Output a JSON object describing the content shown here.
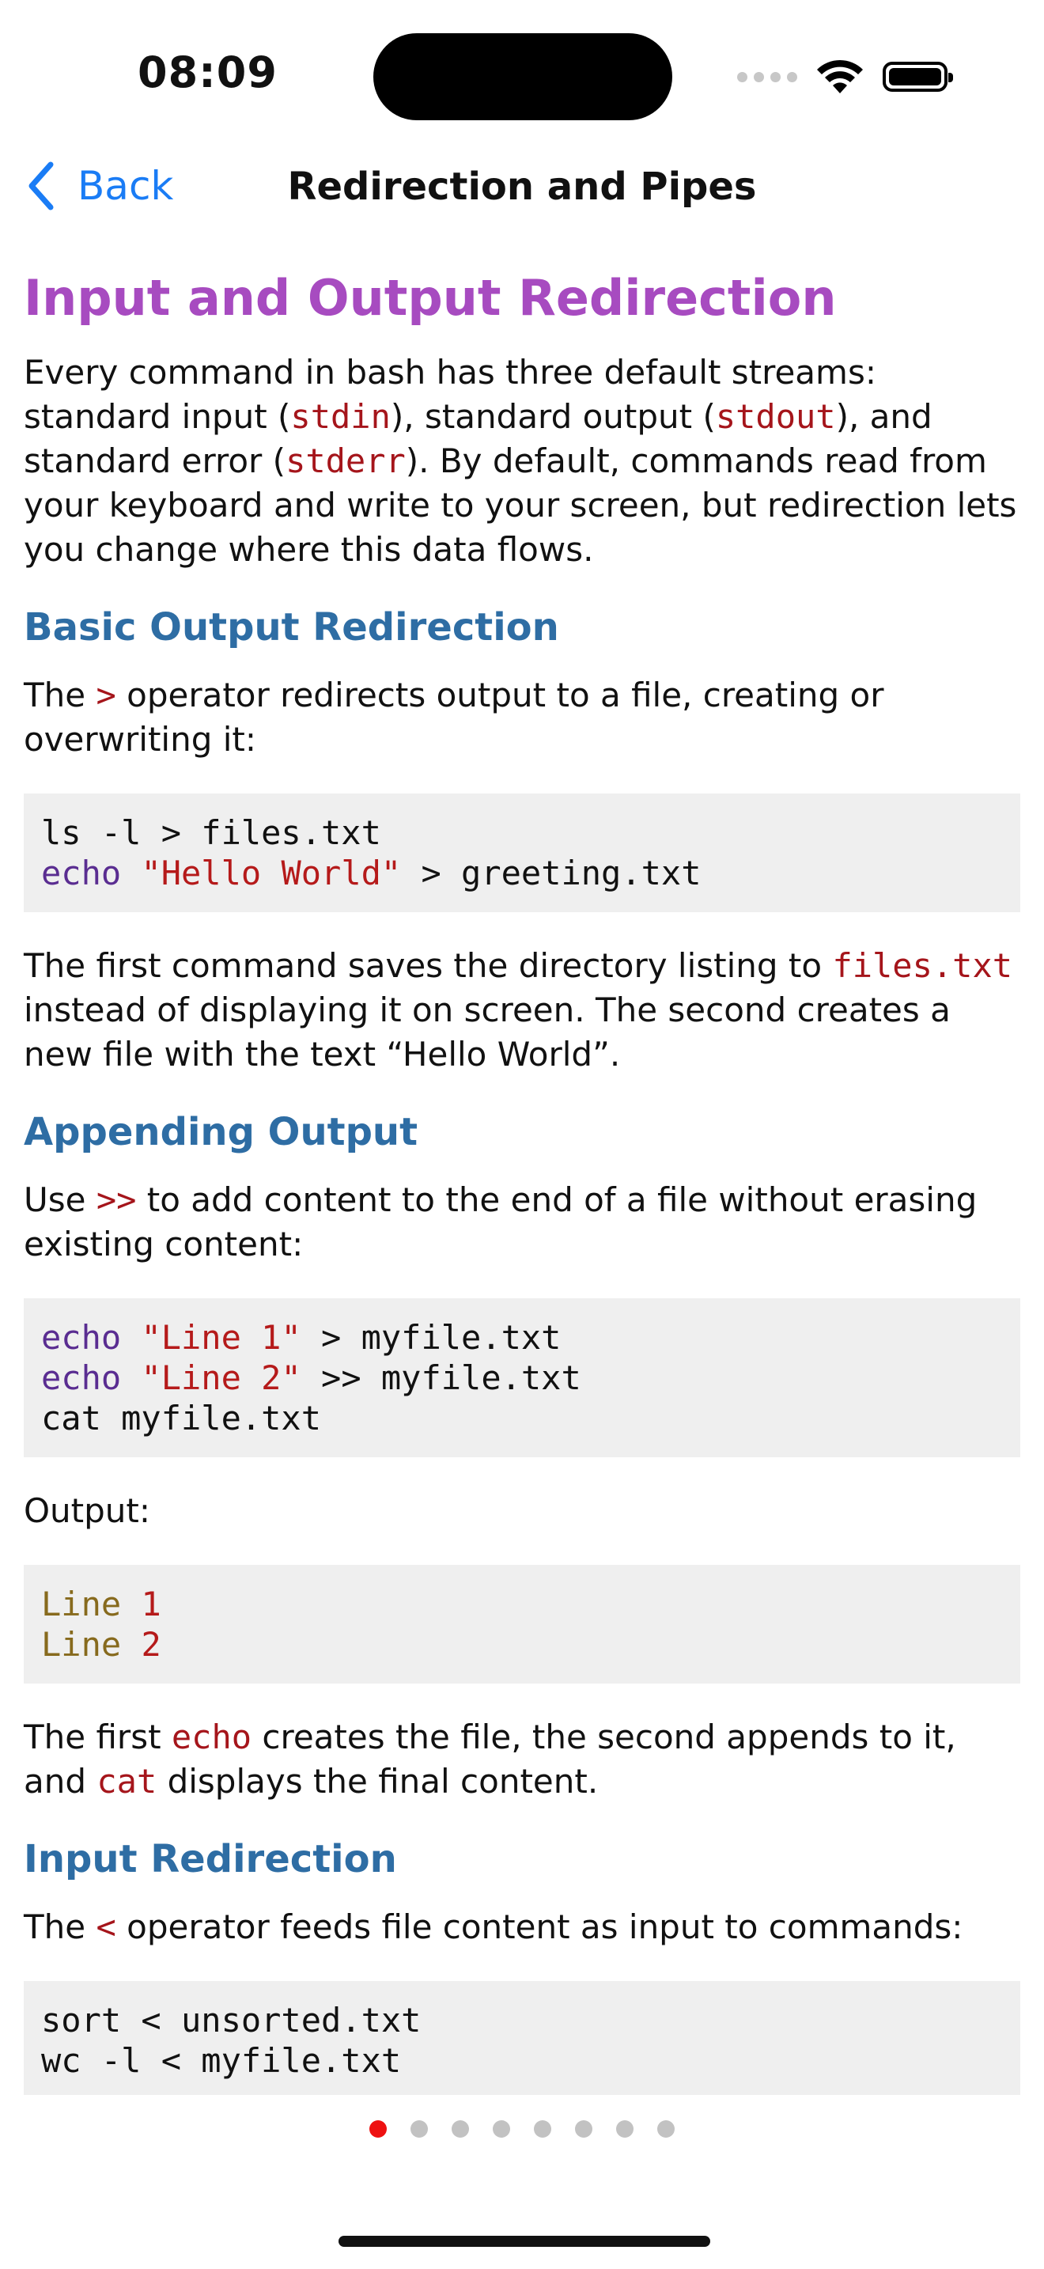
{
  "status_bar": {
    "time": "08:09"
  },
  "nav": {
    "back_label": "Back",
    "title": "Redirection and Pipes"
  },
  "colors": {
    "accent": "#1a7cf5",
    "heading": "#a74bc0",
    "subheading": "#2e6da4",
    "code_red": "#a5151b",
    "active_dot": "#ee1111"
  },
  "content": {
    "h1": "Input and Output Redirection",
    "intro": {
      "t1": "Every command in bash has three default streams: standard input (",
      "c1": "stdin",
      "t2": "), standard output (",
      "c2": "stdout",
      "t3": "), and standard error (",
      "c3": "stderr",
      "t4": "). By default, commands read from your keyboard and write to your screen, but redirection lets you change where this data flows."
    },
    "basic": {
      "heading": "Basic Output Redirection",
      "p1": {
        "t1": "The ",
        "c1": ">",
        "t2": " operator redirects output to a file, creating or overwriting it:"
      },
      "code": {
        "l1": "ls -l > files.txt",
        "l2_kw": "echo",
        "l2_str": "\"Hello World\"",
        "l2_rest": " > greeting.txt"
      },
      "p2": {
        "t1": "The first command saves the directory listing to ",
        "c1": "files.txt",
        "t2": " instead of displaying it on screen. The second creates a new file with the text “Hello World”."
      }
    },
    "append": {
      "heading": "Appending Output",
      "p1": {
        "t1": "Use ",
        "c1": ">>",
        "t2": " to add content to the end of a file without erasing existing content:"
      },
      "code": {
        "l1_kw": "echo",
        "l1_str": "\"Line 1\"",
        "l1_rest": " > myfile.txt",
        "l2_kw": "echo",
        "l2_str": "\"Line 2\"",
        "l2_rest": " >> myfile.txt",
        "l3": "cat myfile.txt"
      },
      "output_label": "Output:",
      "output": {
        "l1_word": "Line",
        "l1_num": "1",
        "l2_word": "Line",
        "l2_num": "2"
      },
      "p2": {
        "t1": "The first ",
        "c1": "echo",
        "t2": " creates the file, the second appends to it, and ",
        "c2": "cat",
        "t3": " displays the final content."
      }
    },
    "input": {
      "heading": "Input Redirection",
      "p1": {
        "t1": "The ",
        "c1": "<",
        "t2": " operator feeds file content as input to commands:"
      },
      "code": {
        "l1": "sort < unsorted.txt",
        "l2": "wc -l < myfile.txt"
      }
    }
  },
  "pager": {
    "total_pages": 8,
    "current_page": 1
  }
}
